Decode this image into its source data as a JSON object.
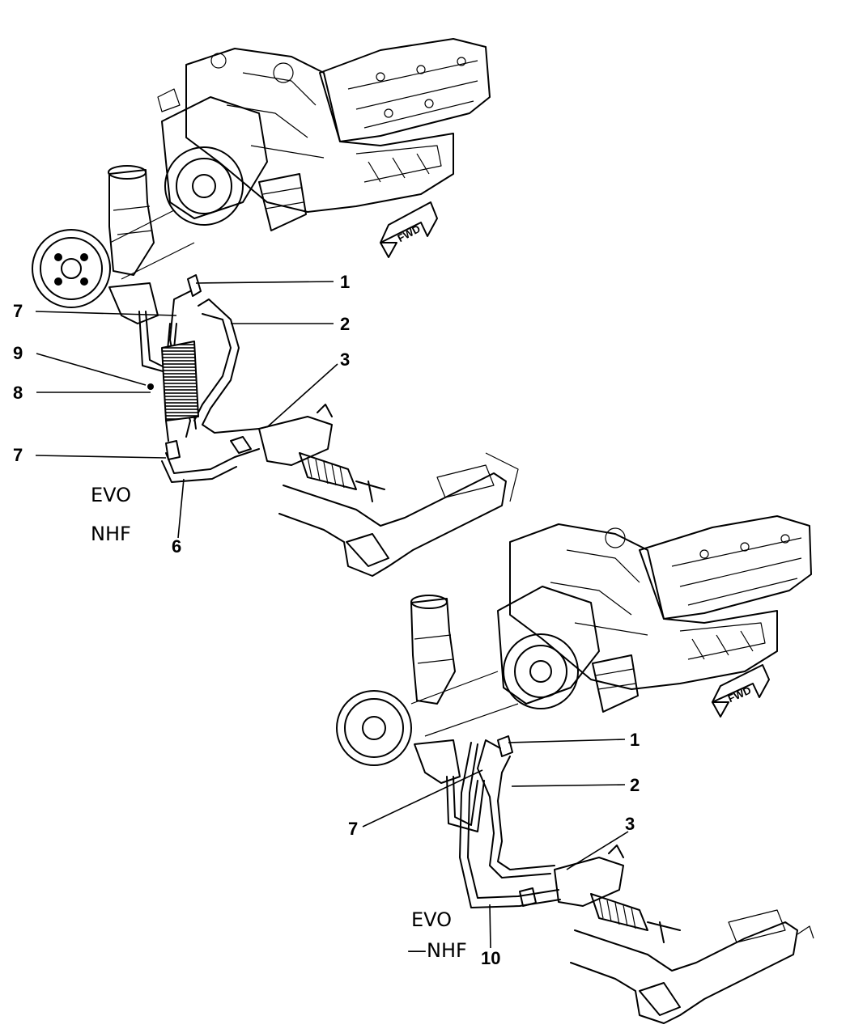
{
  "upper_view": {
    "variant_lines": [
      "EVO",
      "NHF"
    ],
    "fwd_label": "FWD",
    "callouts": [
      "1",
      "2",
      "3",
      "6",
      "7",
      "7",
      "8",
      "9"
    ]
  },
  "lower_view": {
    "variant_lines": [
      "EVO",
      "—NHF"
    ],
    "fwd_label": "FWD",
    "callouts": [
      "1",
      "2",
      "3",
      "7",
      "10"
    ]
  }
}
